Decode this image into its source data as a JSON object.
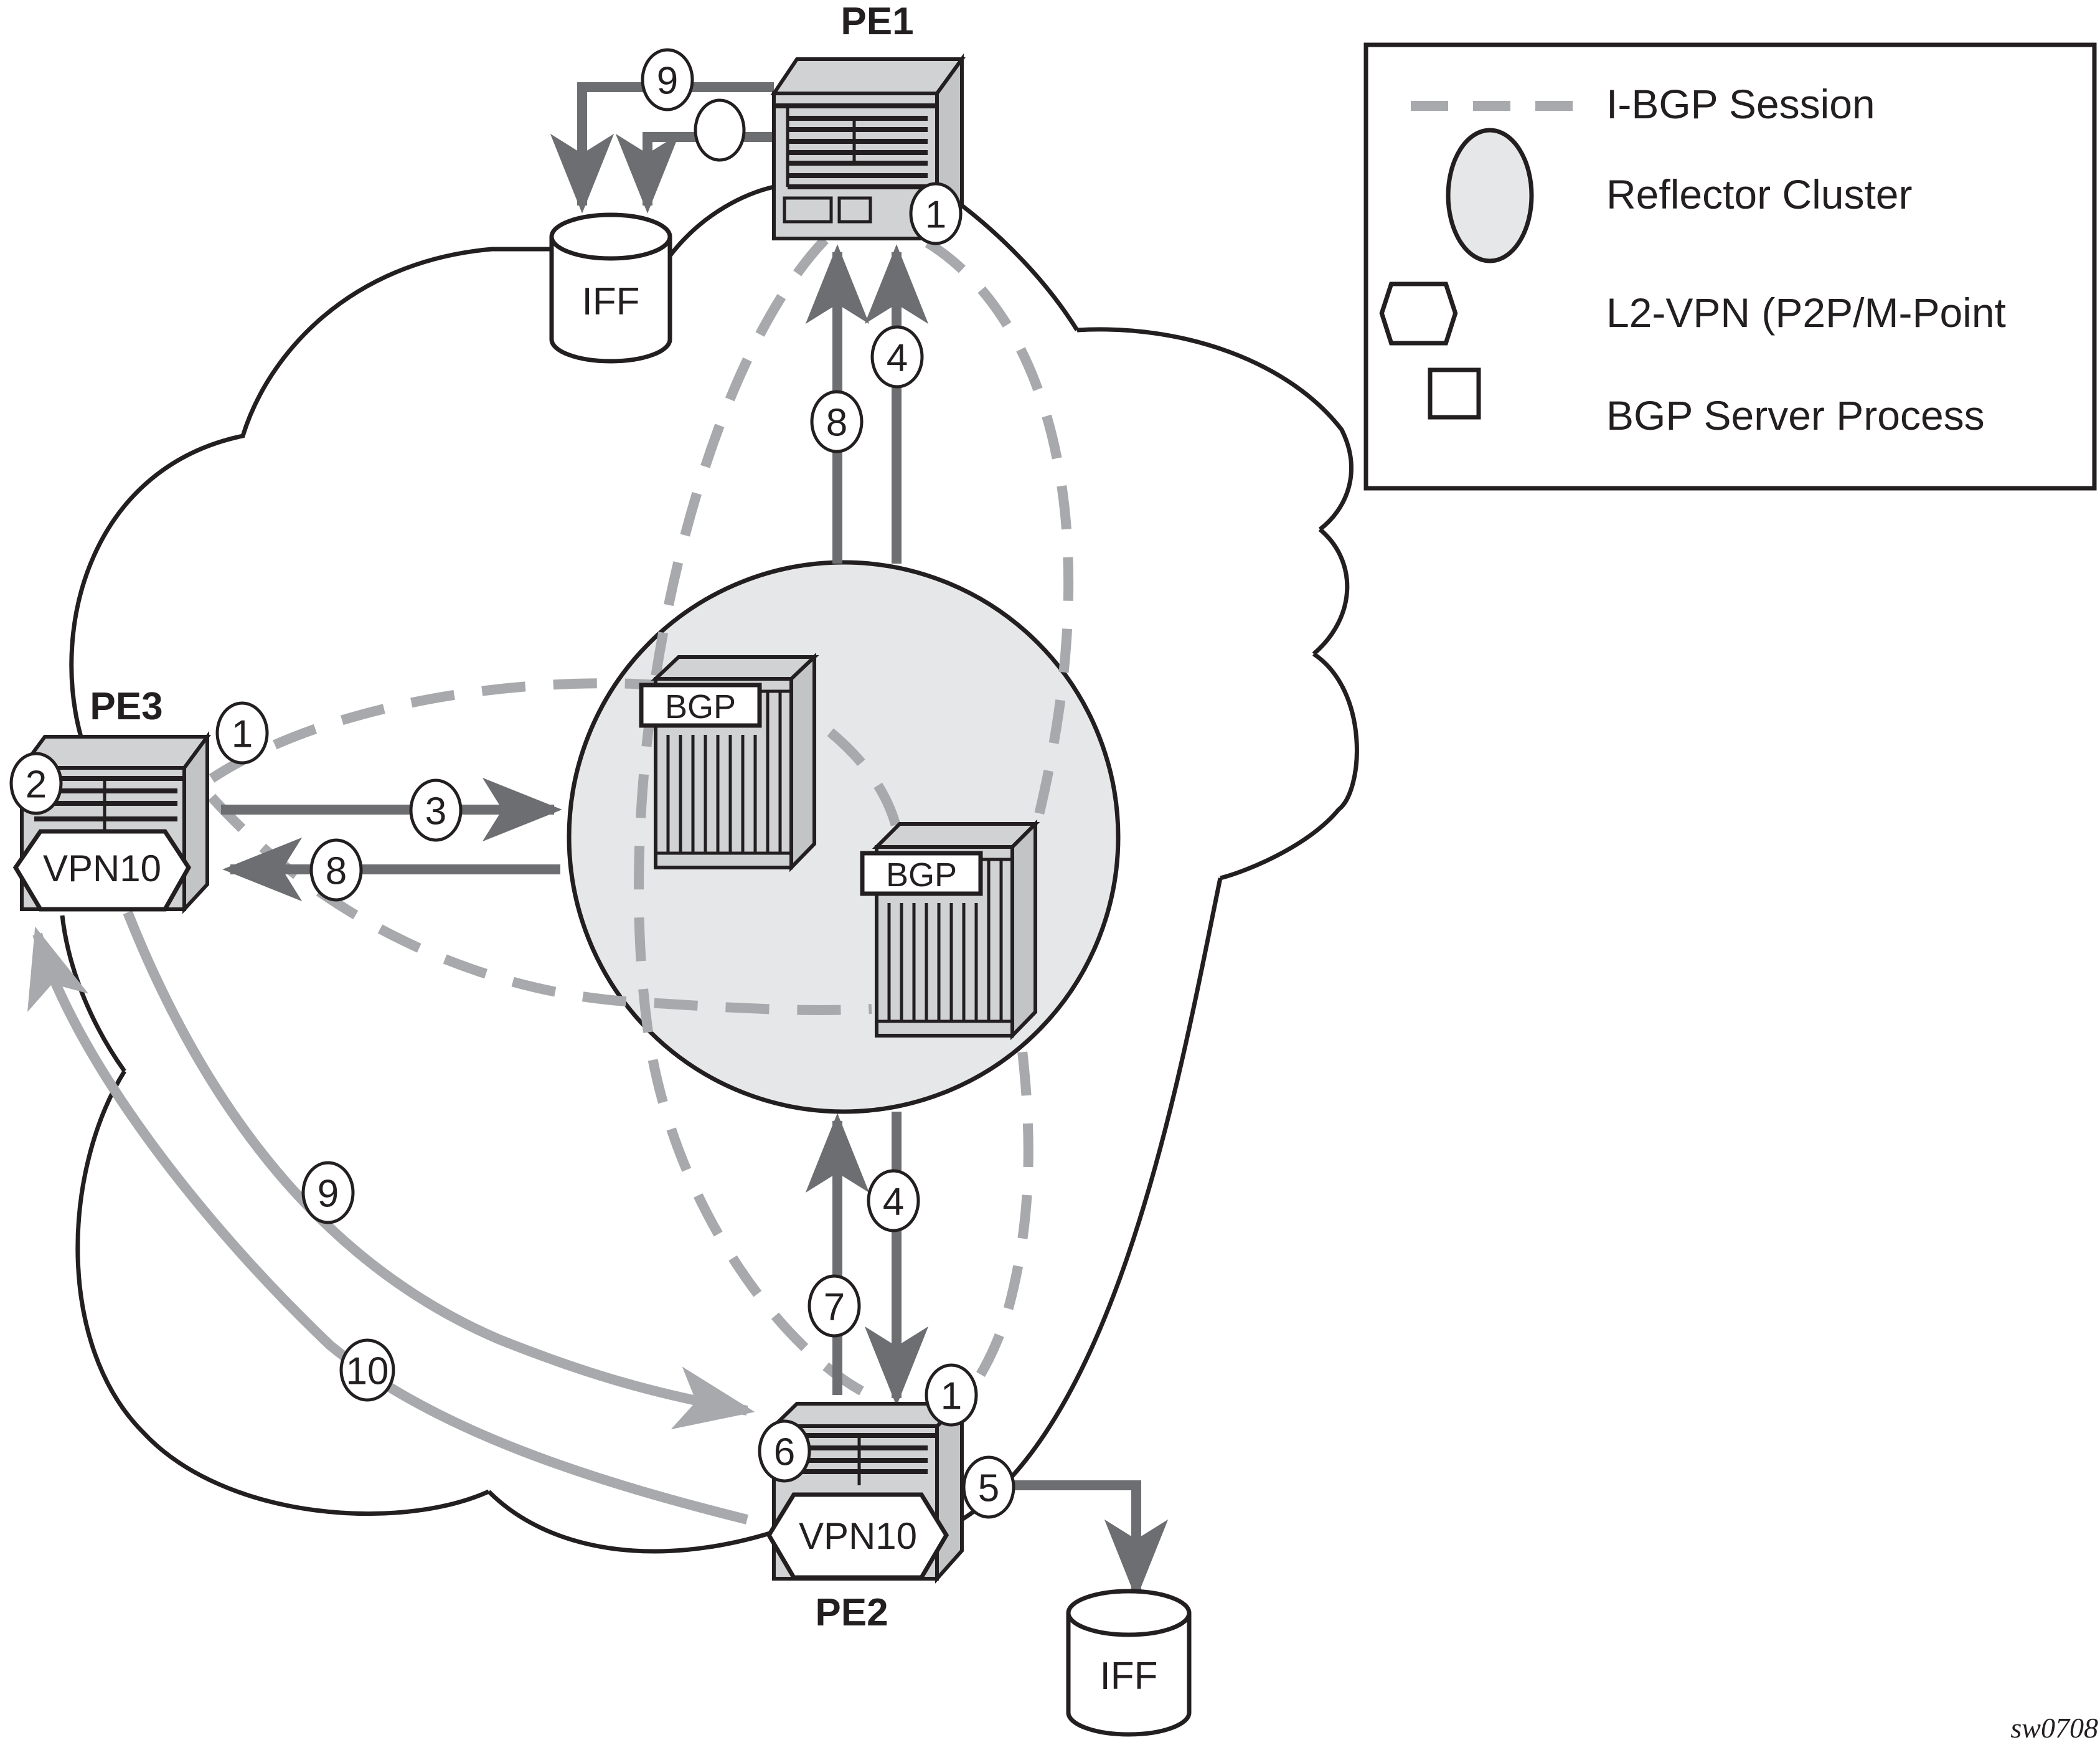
{
  "colors": {
    "outline": "#231f20",
    "device_fill": "#d1d2d4",
    "device_side": "#c3c4c6",
    "reflector_fill": "#e6e7e8",
    "ibgp_dash": "#a7a9ac",
    "arrow_dark": "#6d6e71",
    "arrow_light": "#a7a9ac"
  },
  "nodes": {
    "pe1": {
      "label": "PE1"
    },
    "pe2": {
      "label": "PE2",
      "vpn": "VPN10"
    },
    "pe3": {
      "label": "PE3",
      "vpn": "VPN10"
    },
    "iff_top": {
      "label": "IFF"
    },
    "iff_bottom": {
      "label": "IFF"
    },
    "bgp1": {
      "label": "BGP"
    },
    "bgp2": {
      "label": "BGP"
    }
  },
  "steps": {
    "pe1_1": "1",
    "pe1_9": "9",
    "pe1_blank": "",
    "pe1_4": "4",
    "pe1_8": "8",
    "pe3_1": "1",
    "pe3_2": "2",
    "pe3_3": "3",
    "pe3_8": "8",
    "pe2_4": "4",
    "pe2_7": "7",
    "pe2_1": "1",
    "pe2_6": "6",
    "pe2_5": "5",
    "arc_9": "9",
    "arc_10": "10"
  },
  "legend": {
    "items": [
      {
        "symbol": "dashed-line",
        "label": "I-BGP Session"
      },
      {
        "symbol": "circle",
        "label": "Reflector Cluster"
      },
      {
        "symbol": "hexagon",
        "label": "L2-VPN (P2P/M-Point"
      },
      {
        "symbol": "rectangle",
        "label": "BGP Server Process"
      }
    ]
  },
  "figure_id": "sw0708"
}
